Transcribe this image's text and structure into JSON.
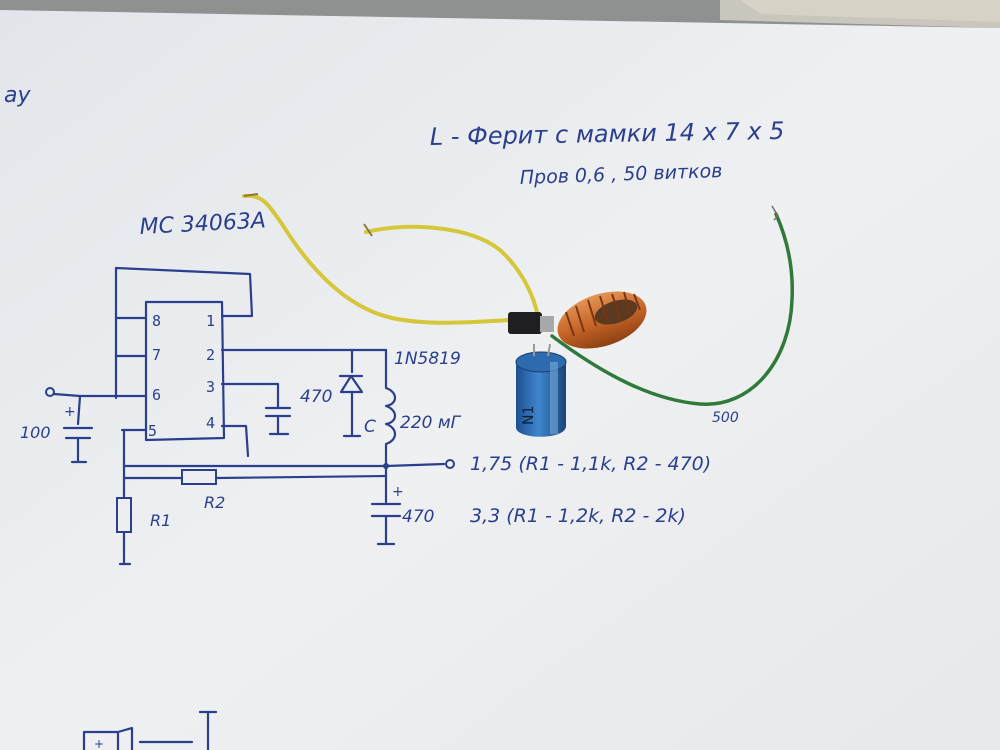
{
  "photo": {
    "paper_color": "#eef0f2",
    "ink_color": "#2b3f8c",
    "wire_yellow": "#d6c63a",
    "wire_green": "#2f7a3a",
    "coil_color": "#c8662a",
    "capacitor_color": "#2f6fb8"
  },
  "notes": {
    "line1": "L - Ферит с мамки 14 x 7 x 5",
    "line2": "Пров 0,6 , 50 витков",
    "margin_fragment": "ay"
  },
  "schematic": {
    "chip_label": "MC 34063A",
    "pins_left": [
      "8",
      "7",
      "6",
      "5"
    ],
    "pins_right": [
      "1",
      "2",
      "3",
      "4"
    ],
    "input_cap": "100",
    "timing_cap": "470",
    "diode": "1N5819",
    "inductor": "220 мГ",
    "output_cap": "470",
    "r1": "R1",
    "r2": "R2",
    "out1": "1,75 (R1 - 1,1k, R2 - 470)",
    "out1_struck": "500",
    "out2": "3,3 (R1 - 1,2k, R2 - 2k)"
  },
  "capacitor_marking": "N1"
}
